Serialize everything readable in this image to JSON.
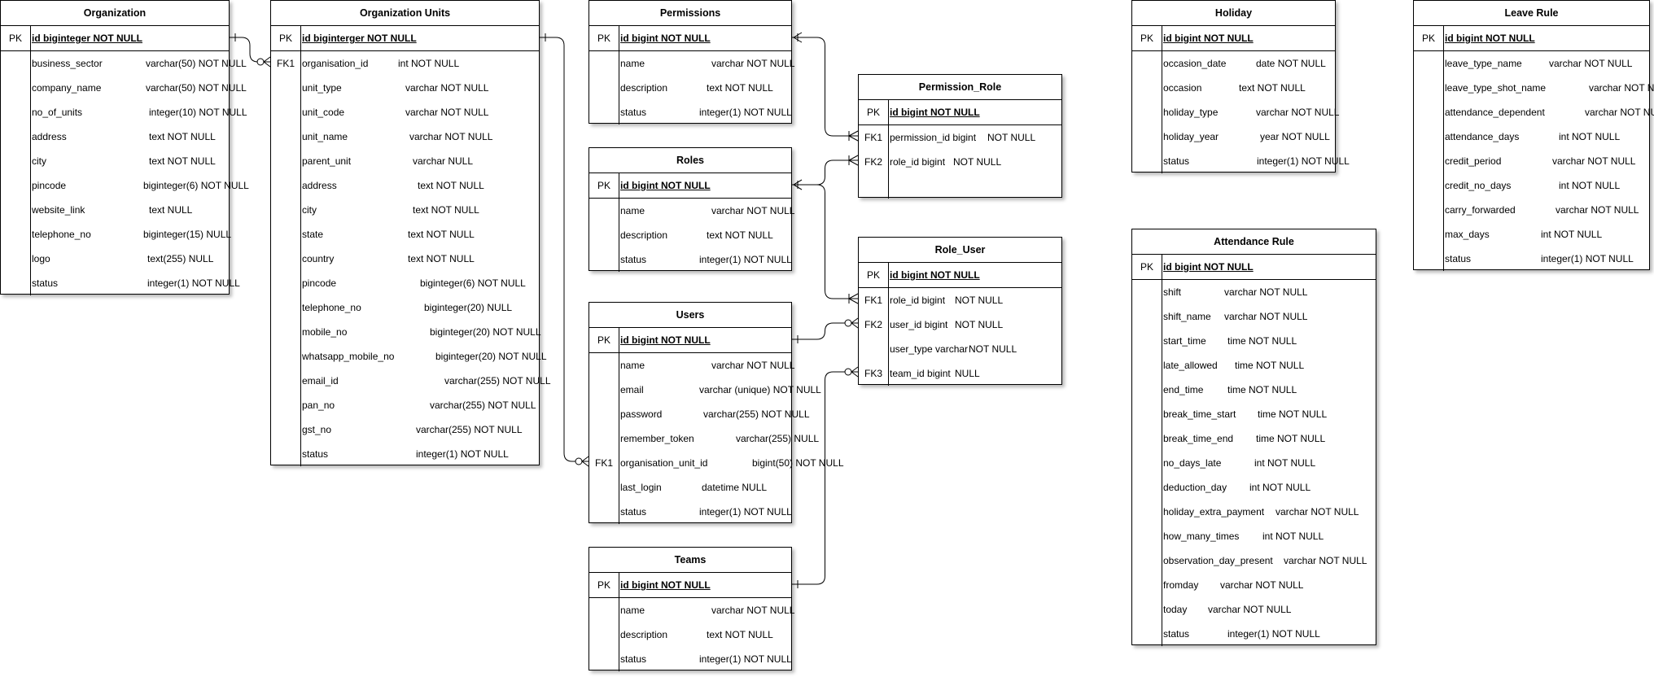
{
  "entities": [
    {
      "id": "organization",
      "title": "Organization",
      "pk": "id biginteger NOT NULL",
      "fields": [
        {
          "key": "",
          "name": "business_sector",
          "type": "varchar(50) NOT NULL"
        },
        {
          "key": "",
          "name": "company_name",
          "type": "varchar(50) NOT NULL"
        },
        {
          "key": "",
          "name": "no_of_units",
          "type": "integer(10) NOT NULL"
        },
        {
          "key": "",
          "name": "address",
          "type": "text NOT NULL"
        },
        {
          "key": "",
          "name": "city",
          "type": "text NOT NULL"
        },
        {
          "key": "",
          "name": "pincode",
          "type": "biginteger(6) NOT NULL"
        },
        {
          "key": "",
          "name": "website_link",
          "type": "text NULL"
        },
        {
          "key": "",
          "name": "telephone_no",
          "type": "biginteger(15) NULL"
        },
        {
          "key": "",
          "name": "logo",
          "type": "text(255) NULL"
        },
        {
          "key": "",
          "name": "status",
          "type": "integer(1) NOT NULL"
        }
      ]
    },
    {
      "id": "organization-units",
      "title": "Organization Units",
      "pk": "id biginterger NOT NULL",
      "fields": [
        {
          "key": "FK1",
          "name": "organisation_id",
          "type": "int NOT NULL"
        },
        {
          "key": "",
          "name": "unit_type",
          "type": "varchar NOT NULL"
        },
        {
          "key": "",
          "name": "unit_code",
          "type": "varchar NOT NULL"
        },
        {
          "key": "",
          "name": "unit_name",
          "type": "varchar NOT NULL"
        },
        {
          "key": "",
          "name": "parent_unit",
          "type": "varchar NULL"
        },
        {
          "key": "",
          "name": "address",
          "type": "text NOT NULL"
        },
        {
          "key": "",
          "name": "city",
          "type": "text NOT NULL"
        },
        {
          "key": "",
          "name": "state",
          "type": "text NOT NULL"
        },
        {
          "key": "",
          "name": "country",
          "type": "text NOT NULL"
        },
        {
          "key": "",
          "name": "pincode",
          "type": "biginteger(6) NOT NULL"
        },
        {
          "key": "",
          "name": "telephone_no",
          "type": "biginteger(20) NULL"
        },
        {
          "key": "",
          "name": "mobile_no",
          "type": "biginteger(20) NOT NULL"
        },
        {
          "key": "",
          "name": "whatsapp_mobile_no",
          "type": "biginteger(20) NOT NULL"
        },
        {
          "key": "",
          "name": "email_id",
          "type": "varchar(255) NOT NULL"
        },
        {
          "key": "",
          "name": "pan_no",
          "type": "varchar(255) NOT NULL"
        },
        {
          "key": "",
          "name": "gst_no",
          "type": "varchar(255) NOT NULL"
        },
        {
          "key": "",
          "name": "status",
          "type": "integer(1) NOT NULL"
        }
      ]
    },
    {
      "id": "permissions",
      "title": "Permissions",
      "pk": "id bigint NOT NULL",
      "fields": [
        {
          "key": "",
          "name": "name",
          "type": "varchar  NOT NULL"
        },
        {
          "key": "",
          "name": "description",
          "type": "text NOT NULL"
        },
        {
          "key": "",
          "name": "status",
          "type": "integer(1) NOT NULL"
        }
      ]
    },
    {
      "id": "roles",
      "title": "Roles",
      "pk": "id bigint NOT NULL",
      "fields": [
        {
          "key": "",
          "name": "name",
          "type": "varchar  NOT NULL"
        },
        {
          "key": "",
          "name": "description",
          "type": "text NOT NULL"
        },
        {
          "key": "",
          "name": "status",
          "type": "integer(1) NOT NULL"
        }
      ]
    },
    {
      "id": "users",
      "title": "Users",
      "pk": "id bigint NOT NULL",
      "fields": [
        {
          "key": "",
          "name": "name",
          "type": "varchar  NOT NULL"
        },
        {
          "key": "",
          "name": "email",
          "type": "varchar (unique) NOT NULL"
        },
        {
          "key": "",
          "name": "password",
          "type": "varchar(255) NOT NULL"
        },
        {
          "key": "",
          "name": "remember_token",
          "type": "varchar(255) NULL"
        },
        {
          "key": "FK1",
          "name": "organisation_unit_id",
          "type": "bigint(50) NOT NULL"
        },
        {
          "key": "",
          "name": "last_login",
          "type": "datetime NULL"
        },
        {
          "key": "",
          "name": "status",
          "type": "integer(1) NOT NULL"
        }
      ]
    },
    {
      "id": "teams",
      "title": "Teams",
      "pk": "id bigint NOT NULL",
      "fields": [
        {
          "key": "",
          "name": "name",
          "type": "varchar  NOT NULL"
        },
        {
          "key": "",
          "name": "description",
          "type": "text NOT NULL"
        },
        {
          "key": "",
          "name": "status",
          "type": "integer(1) NOT NULL"
        }
      ]
    },
    {
      "id": "permission-role",
      "title": "Permission_Role",
      "pk": "id bigint NOT NULL",
      "fields": [
        {
          "key": "FK1",
          "name": "permission_id bigint",
          "type": "NOT NULL"
        },
        {
          "key": "FK2",
          "name": "role_id bigint",
          "type": "NOT NULL"
        },
        {
          "key": "",
          "name": "",
          "type": ""
        }
      ]
    },
    {
      "id": "role-user",
      "title": "Role_User",
      "pk": "id bigint NOT NULL",
      "fields": [
        {
          "key": "FK1",
          "name": "role_id bigint",
          "type": "NOT NULL"
        },
        {
          "key": "FK2",
          "name": "user_id bigint",
          "type": "NOT NULL"
        },
        {
          "key": "",
          "name": "user_type varchar",
          "type": "NOT NULL"
        },
        {
          "key": "FK3",
          "name": "team_id bigint",
          "type": "NULL"
        }
      ]
    },
    {
      "id": "holiday",
      "title": "Holiday",
      "pk": "id bigint NOT NULL",
      "fields": [
        {
          "key": "",
          "name": "occasion_date",
          "type": "date NOT NULL"
        },
        {
          "key": "",
          "name": "occasion",
          "type": "text NOT NULL"
        },
        {
          "key": "",
          "name": "holiday_type",
          "type": "varchar NOT NULL"
        },
        {
          "key": "",
          "name": "holiday_year",
          "type": "year NOT NULL"
        },
        {
          "key": "",
          "name": "status",
          "type": "integer(1) NOT NULL"
        }
      ]
    },
    {
      "id": "attendance-rule",
      "title": "Attendance Rule",
      "pk": "id bigint NOT NULL",
      "fields": [
        {
          "key": "",
          "name": "shift",
          "type": "varchar NOT NULL"
        },
        {
          "key": "",
          "name": "shift_name",
          "type": "varchar NOT NULL"
        },
        {
          "key": "",
          "name": "start_time",
          "type": "time NOT NULL"
        },
        {
          "key": "",
          "name": "late_allowed",
          "type": "time NOT NULL"
        },
        {
          "key": "",
          "name": "end_time",
          "type": "time NOT NULL"
        },
        {
          "key": "",
          "name": "break_time_start",
          "type": "time NOT NULL"
        },
        {
          "key": "",
          "name": "break_time_end",
          "type": "time NOT NULL"
        },
        {
          "key": "",
          "name": "no_days_late",
          "type": "int NOT NULL"
        },
        {
          "key": "",
          "name": "deduction_day",
          "type": "int NOT NULL"
        },
        {
          "key": "",
          "name": "holiday_extra_payment",
          "type": "varchar NOT NULL"
        },
        {
          "key": "",
          "name": "how_many_times",
          "type": "int NOT NULL"
        },
        {
          "key": "",
          "name": "observation_day_present",
          "type": "varchar  NOT NULL"
        },
        {
          "key": "",
          "name": "fromday",
          "type": "varchar  NOT NULL"
        },
        {
          "key": "",
          "name": "today",
          "type": "varchar  NOT NULL"
        },
        {
          "key": "",
          "name": "status",
          "type": "integer(1) NOT NULL"
        }
      ]
    },
    {
      "id": "leave-rule",
      "title": "Leave Rule",
      "pk": "id bigint NOT NULL",
      "fields": [
        {
          "key": "",
          "name": "leave_type_name",
          "type": "varchar NOT NULL"
        },
        {
          "key": "",
          "name": "leave_type_shot_name",
          "type": "varchar  NOT NULL"
        },
        {
          "key": "",
          "name": "attendance_dependent",
          "type": "varchar NOT NULL"
        },
        {
          "key": "",
          "name": "attendance_days",
          "type": "int NOT NULL"
        },
        {
          "key": "",
          "name": "credit_period",
          "type": "varchar NOT NULL"
        },
        {
          "key": "",
          "name": "credit_no_days",
          "type": "int NOT NULL"
        },
        {
          "key": "",
          "name": "carry_forwarded",
          "type": "varchar NOT NULL"
        },
        {
          "key": "",
          "name": "max_days",
          "type": "int NOT NULL"
        },
        {
          "key": "",
          "name": "status",
          "type": "integer(1) NOT NULL"
        }
      ]
    }
  ],
  "relationships": [
    {
      "from": "organization",
      "to": "organization-units",
      "to_field": "organisation_id"
    },
    {
      "from": "organization-units",
      "to": "users",
      "to_field": "organisation_unit_id"
    },
    {
      "from": "permissions",
      "to": "permission-role",
      "to_field": "permission_id"
    },
    {
      "from": "roles",
      "to": "permission-role",
      "to_field": "role_id"
    },
    {
      "from": "roles",
      "to": "role-user",
      "to_field": "role_id"
    },
    {
      "from": "users",
      "to": "role-user",
      "to_field": "user_id"
    },
    {
      "from": "teams",
      "to": "role-user",
      "to_field": "team_id"
    }
  ]
}
